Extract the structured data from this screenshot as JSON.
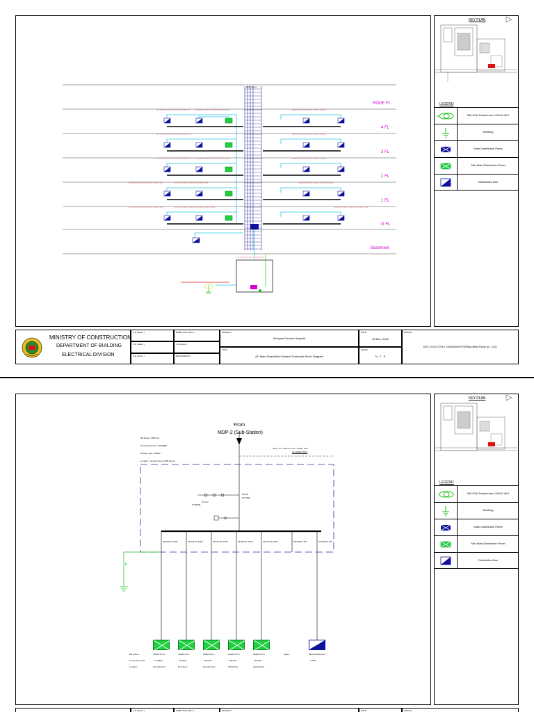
{
  "floors": [
    "ROOF FL",
    "4 FL",
    "3 FL",
    "2 FL",
    "1 FL",
    "G FL",
    "Basement"
  ],
  "key_plan_title": "KEY PLAN",
  "legend": {
    "title": "LEGEND",
    "items": [
      {
        "label": "500 KVA Transformer 11KV/0.4KV",
        "icon": "transformer-icon"
      },
      {
        "label": "Earthing",
        "icon": "earthing-icon"
      },
      {
        "label": "Main Distribution Panel",
        "icon": "main-distribution-panel-icon"
      },
      {
        "label": "Sub-Main Distribution Panel",
        "icon": "sub-main-distribution-panel-icon"
      },
      {
        "label": "Distribution Box",
        "icon": "distribution-box-icon"
      }
    ]
  },
  "title_block": {
    "ministry": "MINISTRY OF CONSTRUCTION",
    "department": "DEPARTMENT OF BUILDING",
    "division": "ELECTRICAL DIVISION",
    "roles": [
      "A.D ( Elect. )",
      "D.D ( Elect. )",
      "S.E ( Elect. )"
    ],
    "roles2": [
      "DIRECTOR ( Elect. )",
      "C.E ( Elect. )",
      "DESIGNED BY"
    ],
    "project_caption": "PROJECT",
    "project": "Monywa General Hospital",
    "title_caption": "TITLE",
    "title": "AC Main Distribution System Schematic Block Diagram",
    "date_caption": "DATE",
    "date": "28 Dec, 2020",
    "scale_caption": "SCALE",
    "scale": "N . T . S",
    "dwg_caption": "DWG No.",
    "dwg_no": "MOC_ELECT/2019_2020/MGH/EXTERNAL/Main Power AC ( 1/3 )"
  },
  "single_line": {
    "source_from": "From",
    "source_name": "MDP-2 (Sub-Station)",
    "cable_note": "4Nos. 1C x 300 mm² Cu / XLPE / PVC",
    "cable_note2": "IN CABLE TRAY",
    "db_info": [
      "DB Name : MDP-AC",
      "Connected Load : 405.68kW",
      "Design Load : 300kW",
      "Location : Ground Floor (MCB Room)"
    ],
    "incomer": [
      "MCCB",
      "4P, 630A"
    ],
    "outgoing_ratings": [
      "MCCB 3P, 160A",
      "MCCB 3P, 160A",
      "MCCB 3P, 160A",
      "MCCB 3P, 160A",
      "MCCB 3P, 160A",
      "MCCB 3P, 63A",
      "MCCB 3P, 32A"
    ],
    "earth_label": "E",
    "feeders": [
      {
        "name": "SMDP-AC-G",
        "load": "79.35kW",
        "location": "Ground Floor"
      },
      {
        "name": "SMDP-AC-1",
        "load": "82.5kW",
        "location": "First Floor"
      },
      {
        "name": "SMDP-AC-2",
        "load": "88.1kW",
        "location": "Second Floor"
      },
      {
        "name": "SMDP-AC-3",
        "load": "88.1kW",
        "location": "Third Floor"
      },
      {
        "name": "SMDP-AC-4",
        "load": "88.1kW",
        "location": "Fourth Floor"
      },
      {
        "name": "Spare",
        "load": "",
        "location": ""
      },
      {
        "name": "DB-AC-Basement",
        "load": "4.4kW",
        "location": ""
      }
    ],
    "row_labels": [
      "DB Name :",
      "Connected Load :",
      "Location :"
    ]
  },
  "colors": {
    "cyan": "#22c8e0",
    "navy": "#000080",
    "red": "#e01010",
    "magenta": "#d000d0",
    "green": "#10c010",
    "blue_dash": "#2a2aa0"
  }
}
